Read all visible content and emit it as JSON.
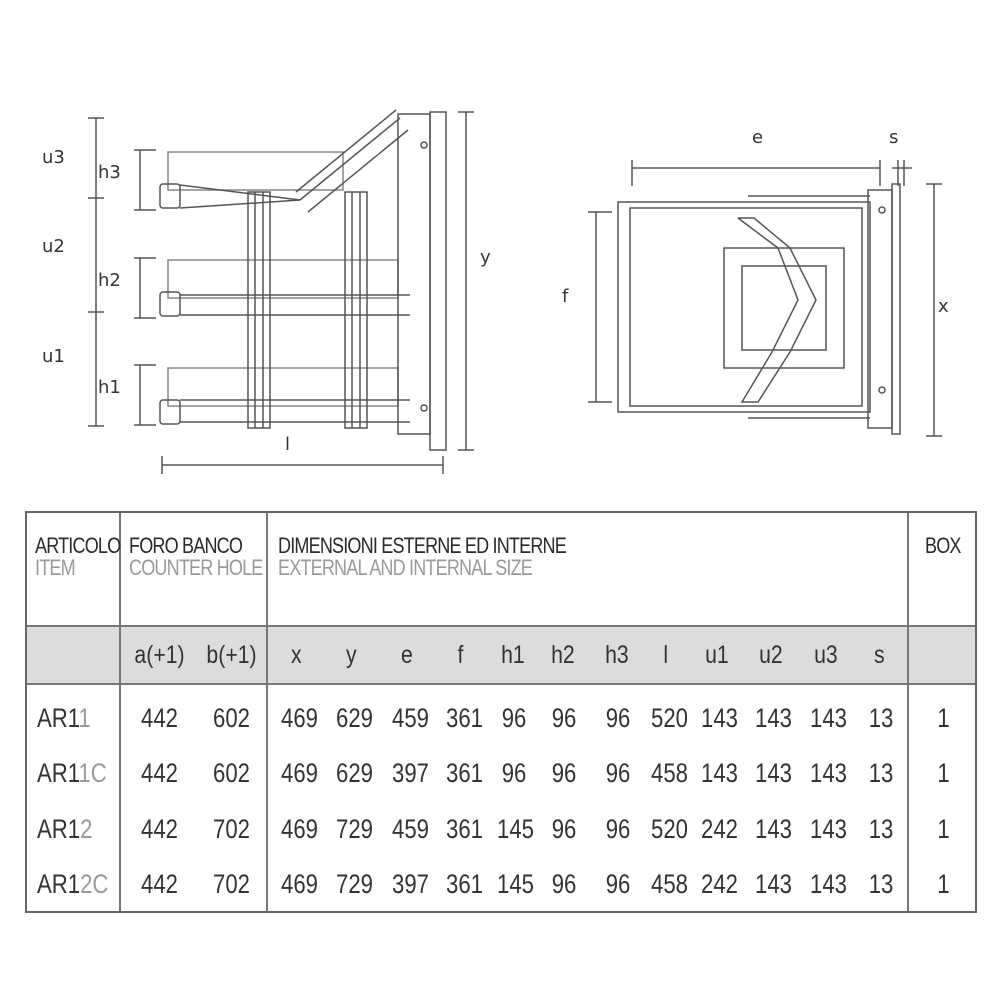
{
  "drawing": {
    "side_labels": [
      "u3",
      "u2",
      "u1",
      "h3",
      "h2",
      "h1",
      "l",
      "y"
    ],
    "front_labels": [
      "e",
      "s",
      "f",
      "x"
    ]
  },
  "table": {
    "item_header": "ARTICOLO",
    "item_header_en": "ITEM",
    "hole_header": "FORO BANCO",
    "hole_header_en": "COUNTER HOLE",
    "dim_header": "DIMENSIONI ESTERNE ED INTERNE",
    "dim_header_en": "EXTERNAL AND INTERNAL SIZE",
    "box_header": "BOX",
    "hole_cols": [
      "a(+1)",
      "b(+1)"
    ],
    "dim_cols": [
      "x",
      "y",
      "e",
      "f",
      "h1",
      "h2",
      "h3",
      "l",
      "u1",
      "u2",
      "u3",
      "s"
    ],
    "rows": [
      {
        "prefix": "AR1",
        "suffix": "1",
        "values": [
          "442",
          "602",
          "469",
          "629",
          "459",
          "361",
          "96",
          "96",
          "96",
          "520",
          "143",
          "143",
          "143",
          "13",
          "1"
        ]
      },
      {
        "prefix": "AR1",
        "suffix": "1C",
        "values": [
          "442",
          "602",
          "469",
          "629",
          "397",
          "361",
          "96",
          "96",
          "96",
          "458",
          "143",
          "143",
          "143",
          "13",
          "1"
        ]
      },
      {
        "prefix": "AR1",
        "suffix": "2",
        "values": [
          "442",
          "702",
          "469",
          "729",
          "459",
          "361",
          "145",
          "96",
          "96",
          "520",
          "242",
          "143",
          "143",
          "13",
          "1"
        ]
      },
      {
        "prefix": "AR1",
        "suffix": "2C",
        "values": [
          "442",
          "702",
          "469",
          "729",
          "397",
          "361",
          "145",
          "96",
          "96",
          "458",
          "242",
          "143",
          "143",
          "13",
          "1"
        ]
      }
    ]
  }
}
